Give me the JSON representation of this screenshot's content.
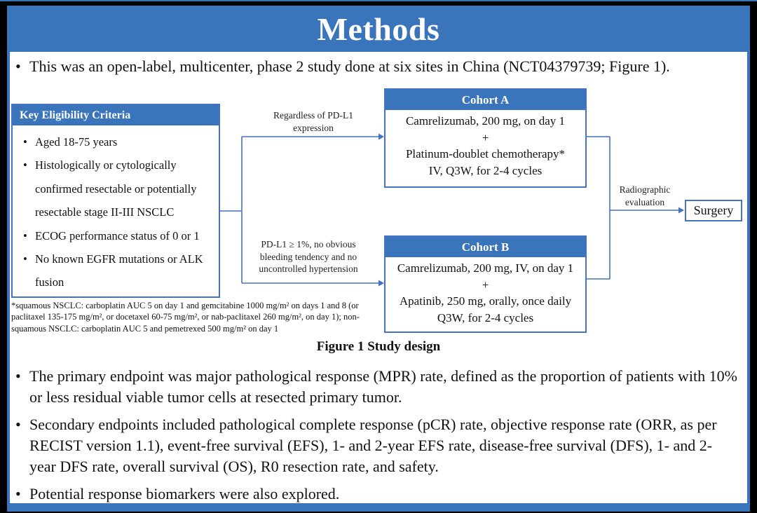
{
  "title": "Methods",
  "colors": {
    "banner_blue": "#3A74BB",
    "connector_blue": "#4472C4",
    "text_black": "#111111",
    "header_text": "#FFFFFF"
  },
  "bullet_glyph": "•",
  "bullets": {
    "intro": "This was an open-label, multicenter, phase 2 study done at six sites in China (NCT04379739; Figure 1).",
    "primary": "The primary endpoint was major pathological response (MPR) rate, defined as the proportion of patients with 10% or less residual viable tumor cells at resected primary tumor.",
    "secondary": "Secondary endpoints included pathological complete response (pCR) rate, objective response rate (ORR, as per RECIST version 1.1), event-free survival (EFS), 1- and 2-year EFS rate, disease-free survival (DFS), 1- and 2-year DFS rate, overall survival (OS), R0 resection rate, and safety.",
    "biomarkers": "Potential response biomarkers were also explored."
  },
  "diagram": {
    "eligibility": {
      "title": "Key Eligibility Criteria",
      "items": [
        "Aged 18-75 years",
        "Histologically or cytologically confirmed resectable or potentially resectable stage II-III NSCLC",
        "ECOG performance status of 0 or 1",
        "No known EGFR mutations or ALK fusion"
      ]
    },
    "branch_labels": {
      "top": "Regardless of PD-L1 expression",
      "bottom": "PD-L1 ≥ 1%, no obvious bleeding tendency and no uncontrolled hypertension",
      "right": "Radiographic evaluation"
    },
    "cohort_a": {
      "title": "Cohort A",
      "lines": [
        "Camrelizumab, 200 mg, on day 1",
        "+",
        "Platinum-doublet chemotherapy*",
        "IV, Q3W, for 2-4 cycles"
      ]
    },
    "cohort_b": {
      "title": "Cohort B",
      "lines": [
        "Camrelizumab, 200 mg, IV, on day 1",
        "+",
        "Apatinib, 250 mg, orally, once daily",
        "Q3W, for 2-4 cycles"
      ]
    },
    "surgery_label": "Surgery",
    "footnote": "*squamous NSCLC: carboplatin AUC 5 on day 1 and gemcitabine 1000 mg/m² on days 1 and 8 (or paclitaxel 135-175 mg/m², or docetaxel 60-75 mg/m², or nab-paclitaxel 260 mg/m², on day 1); non-squamous NSCLC: carboplatin AUC 5 and pemetrexed 500 mg/m² on day 1",
    "caption": "Figure 1 Study design"
  }
}
